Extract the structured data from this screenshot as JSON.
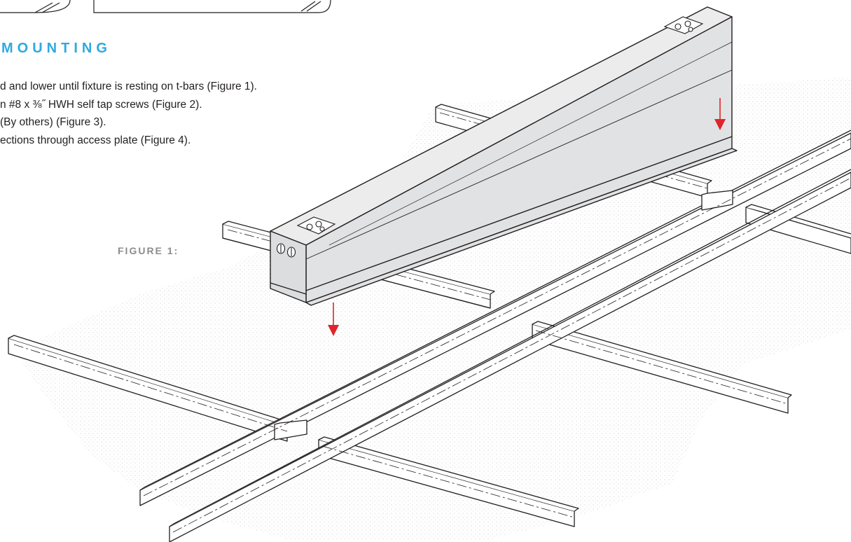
{
  "section": {
    "heading": "MOUNTING",
    "steps": [
      "d and lower until fixture is resting on t-bars (Figure 1).",
      "n #8 x ⅜˝ HWH self tap screws (Figure 2).",
      "(By others) (Figure 3).",
      "ections through access plate (Figure 4)."
    ]
  },
  "figure": {
    "label": "FIGURE 1:"
  },
  "colors": {
    "heading": "#2fa9e0",
    "arrow": "#e0242b",
    "ceiling_dots": "#b7b7b7",
    "fixture": "#e7e8e9",
    "stroke": "#231f20"
  },
  "icons": [
    "access-plate-icon",
    "terminal-screw-icon",
    "down-arrow-icon"
  ]
}
